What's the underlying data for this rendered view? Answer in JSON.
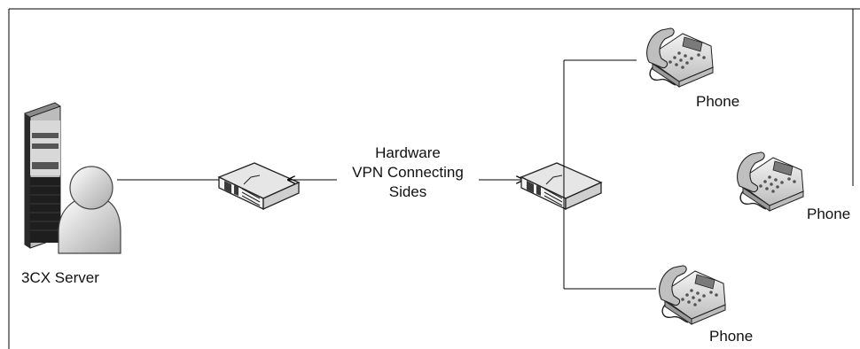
{
  "diagram": {
    "server_label": "3CX Server",
    "vpn_label_lines": [
      "Hardware",
      "VPN Connecting",
      "Sides"
    ],
    "phones": [
      {
        "label": "Phone"
      },
      {
        "label": "Phone"
      },
      {
        "label": "Phone"
      }
    ]
  },
  "colors": {
    "line": "#000000",
    "device_fill": "#e6e6e6",
    "device_dark": "#4a4a4a",
    "server_dark": "#1e1e1e"
  }
}
